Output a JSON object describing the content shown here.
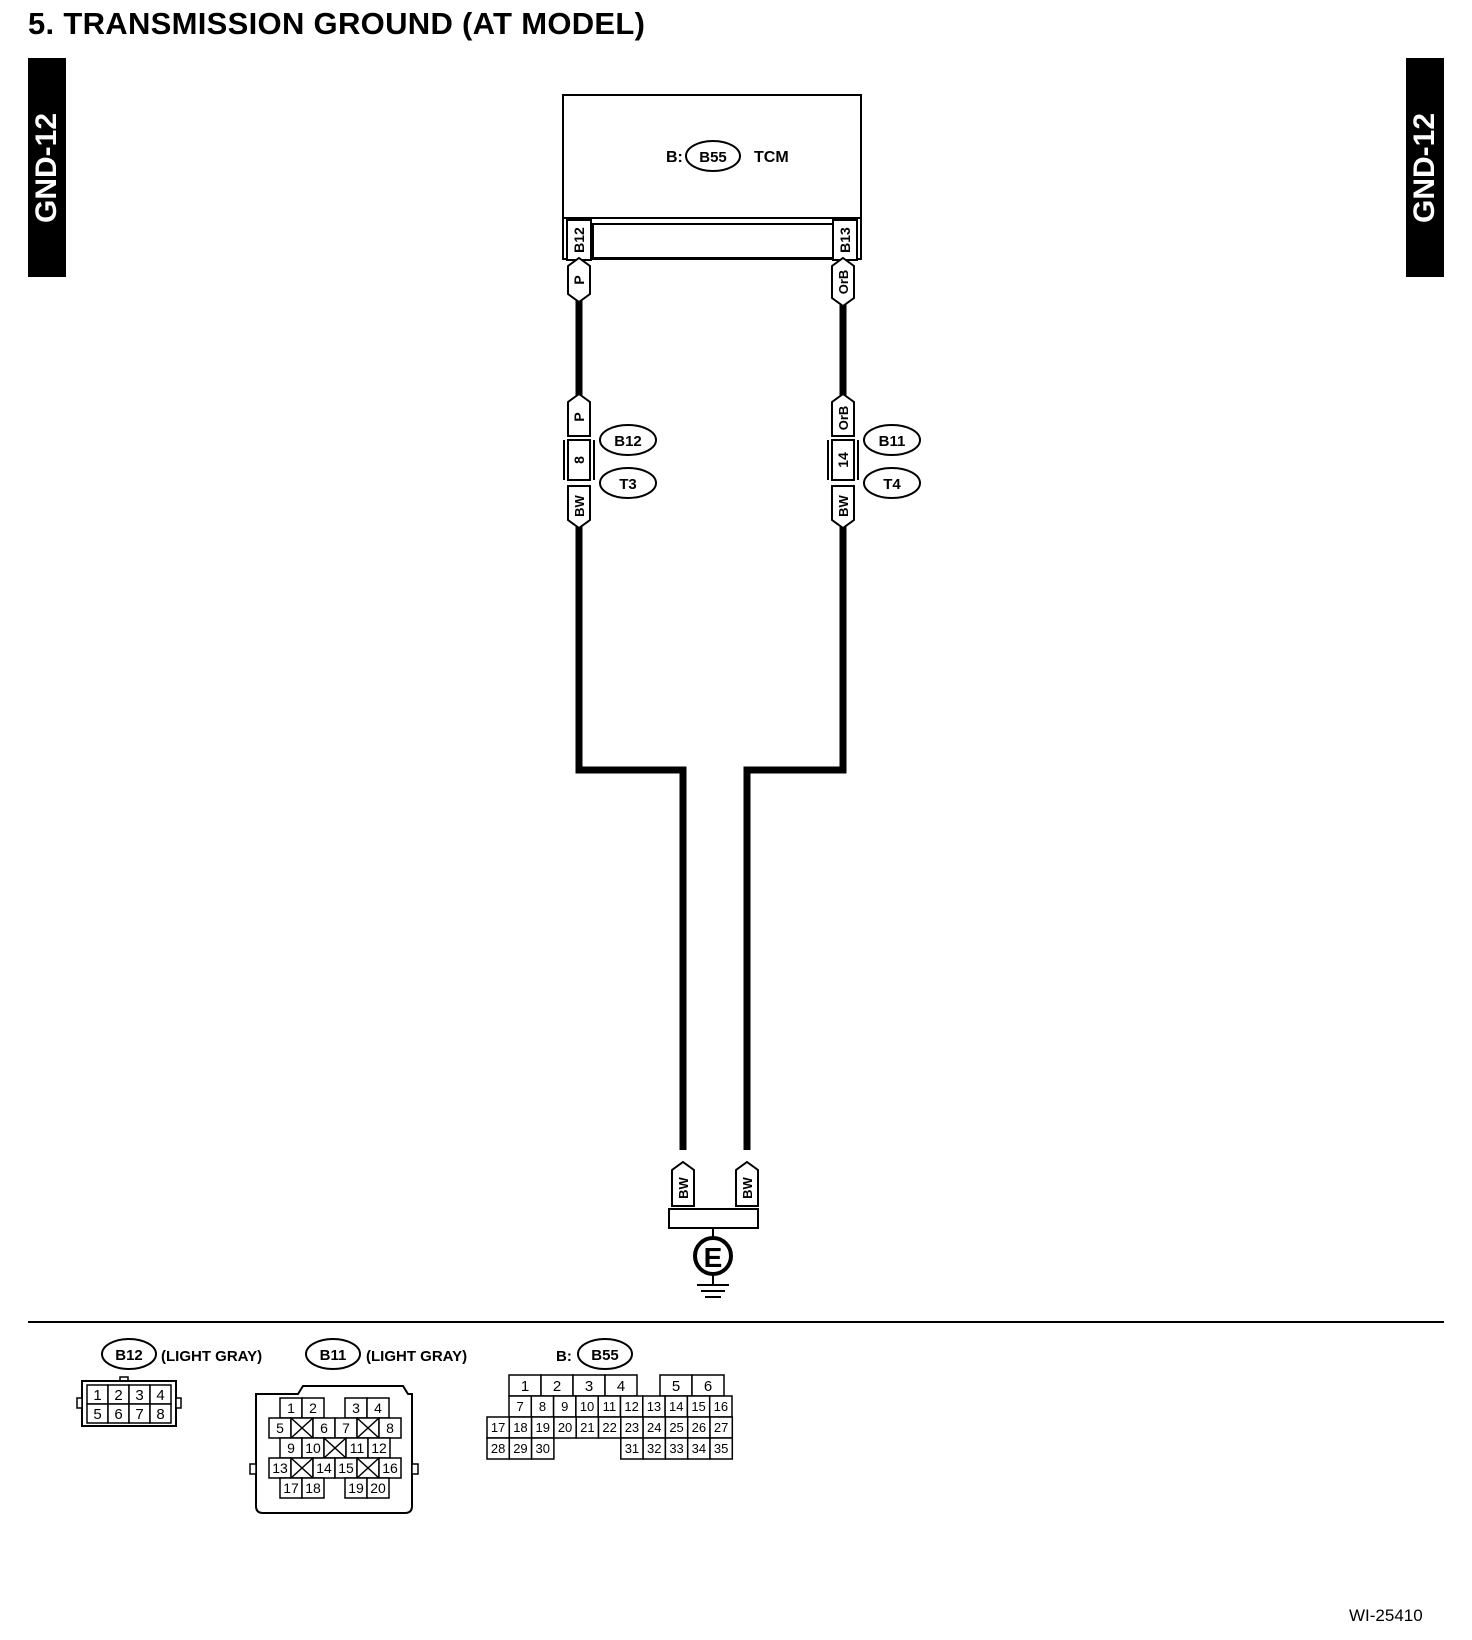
{
  "title": "5.  TRANSMISSION GROUND (AT MODEL)",
  "page_code": "GND-12",
  "figure_id": "WI-25410",
  "tcm": {
    "prefix": "B:",
    "connector": "B55",
    "name": "TCM",
    "left_pin": "B12",
    "right_pin": "B13"
  },
  "left_circuit": {
    "wire_top": "P",
    "wire_mid": "P",
    "pin": "8",
    "connector_top": "B12",
    "connector_bottom": "T3",
    "wire_bottom": "BW",
    "wire_ground": "BW"
  },
  "right_circuit": {
    "wire_top": "OrB",
    "wire_mid": "OrB",
    "pin": "14",
    "connector_top": "B11",
    "connector_bottom": "T4",
    "wire_bottom": "BW",
    "wire_ground": "BW"
  },
  "ground_label": "E",
  "legend": {
    "b12": {
      "id": "B12",
      "desc": "(LIGHT GRAY)",
      "rows": [
        [
          "1",
          "2",
          "3",
          "4"
        ],
        [
          "5",
          "6",
          "7",
          "8"
        ]
      ]
    },
    "b11": {
      "id": "B11",
      "desc": "(LIGHT GRAY)",
      "rows": [
        [
          "1",
          "2",
          "3",
          "4"
        ],
        [
          "5",
          "6",
          "7",
          "8"
        ],
        [
          "9",
          "10",
          "11",
          "12"
        ],
        [
          "13",
          "14",
          "15",
          "16"
        ],
        [
          "17",
          "18",
          "19",
          "20"
        ]
      ]
    },
    "b55": {
      "prefix": "B:",
      "id": "B55",
      "rows": [
        [
          "1",
          "2",
          "3",
          "4",
          "5",
          "6"
        ],
        [
          "7",
          "8",
          "9",
          "10",
          "11",
          "12",
          "13",
          "14",
          "15",
          "16"
        ],
        [
          "17",
          "18",
          "19",
          "20",
          "21",
          "22",
          "23",
          "24",
          "25",
          "26",
          "27"
        ],
        [
          "28",
          "29",
          "30",
          "31",
          "32",
          "33",
          "34",
          "35"
        ]
      ]
    }
  }
}
